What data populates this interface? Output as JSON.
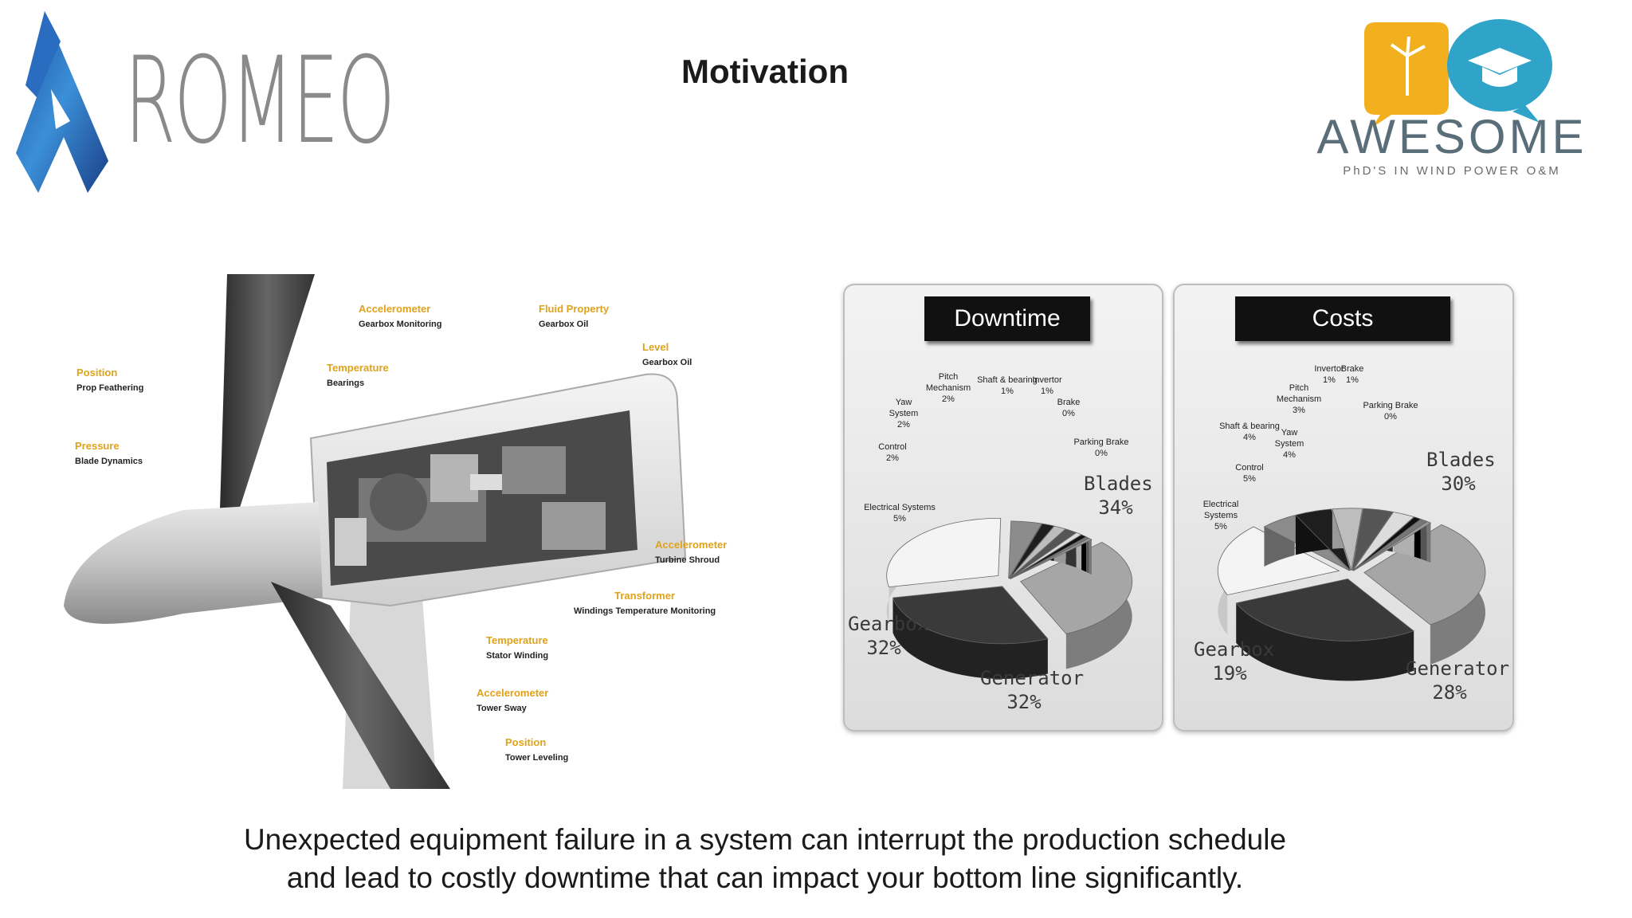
{
  "title": "Motivation",
  "caption_lines": [
    "Unexpected equipment failure in a system can interrupt the production schedule",
    "and lead to costly downtime that can impact your bottom line significantly."
  ],
  "logos": {
    "left": "ROMEO",
    "right": "AWESOME",
    "right_sub": "PhD'S IN WIND POWER O&M"
  },
  "turbine_labels": [
    {
      "name": "Accelerometer",
      "desc": "Gearbox Monitoring"
    },
    {
      "name": "Fluid Property",
      "desc": "Gearbox Oil"
    },
    {
      "name": "Level",
      "desc": "Gearbox Oil"
    },
    {
      "name": "Position",
      "desc": "Prop Feathering"
    },
    {
      "name": "Temperature",
      "desc": "Bearings"
    },
    {
      "name": "Pressure",
      "desc": "Blade Dynamics"
    },
    {
      "name": "Accelerometer",
      "desc": "Turbine Shroud"
    },
    {
      "name": "Transformer",
      "desc": "Windings Temperature Monitoring"
    },
    {
      "name": "Temperature",
      "desc": "Stator Winding"
    },
    {
      "name": "Accelerometer",
      "desc": "Tower Sway"
    },
    {
      "name": "Position",
      "desc": "Tower Leveling"
    }
  ],
  "chart_data": [
    {
      "type": "pie",
      "title": "Downtime",
      "slices": [
        {
          "label": "Blades",
          "display": "34%",
          "value": 34
        },
        {
          "label": "Generator",
          "display": "32%",
          "value": 32
        },
        {
          "label": "Gearbox",
          "display": "32%",
          "value": 32
        },
        {
          "label": "Electrical Systems",
          "display": "5%",
          "value": 5
        },
        {
          "label": "Control",
          "display": "2%",
          "value": 2
        },
        {
          "label": "Yaw System",
          "display": "2%",
          "value": 2
        },
        {
          "label": "Pitch Mechanism",
          "display": "2%",
          "value": 2
        },
        {
          "label": "Shaft & bearing",
          "display": "1%",
          "value": 1
        },
        {
          "label": "Invertor",
          "display": "1%",
          "value": 1
        },
        {
          "label": "Brake",
          "display": "0%",
          "value": 0
        },
        {
          "label": "Parking Brake",
          "display": "0%",
          "value": 0
        }
      ]
    },
    {
      "type": "pie",
      "title": "Costs",
      "slices": [
        {
          "label": "Blades",
          "display": "30%",
          "value": 30
        },
        {
          "label": "Generator",
          "display": "28%",
          "value": 28
        },
        {
          "label": "Gearbox",
          "display": "19%",
          "value": 19
        },
        {
          "label": "Electrical Systems",
          "display": "5%",
          "value": 5
        },
        {
          "label": "Control",
          "display": "5%",
          "value": 5
        },
        {
          "label": "Shaft & bearing",
          "display": "4%",
          "value": 4
        },
        {
          "label": "Yaw System",
          "display": "4%",
          "value": 4
        },
        {
          "label": "Pitch Mechanism",
          "display": "3%",
          "value": 3
        },
        {
          "label": "Invertor",
          "display": "1%",
          "value": 1
        },
        {
          "label": "Brake",
          "display": "1%",
          "value": 1
        },
        {
          "label": "Parking Brake",
          "display": "0%",
          "value": 0
        }
      ]
    }
  ]
}
